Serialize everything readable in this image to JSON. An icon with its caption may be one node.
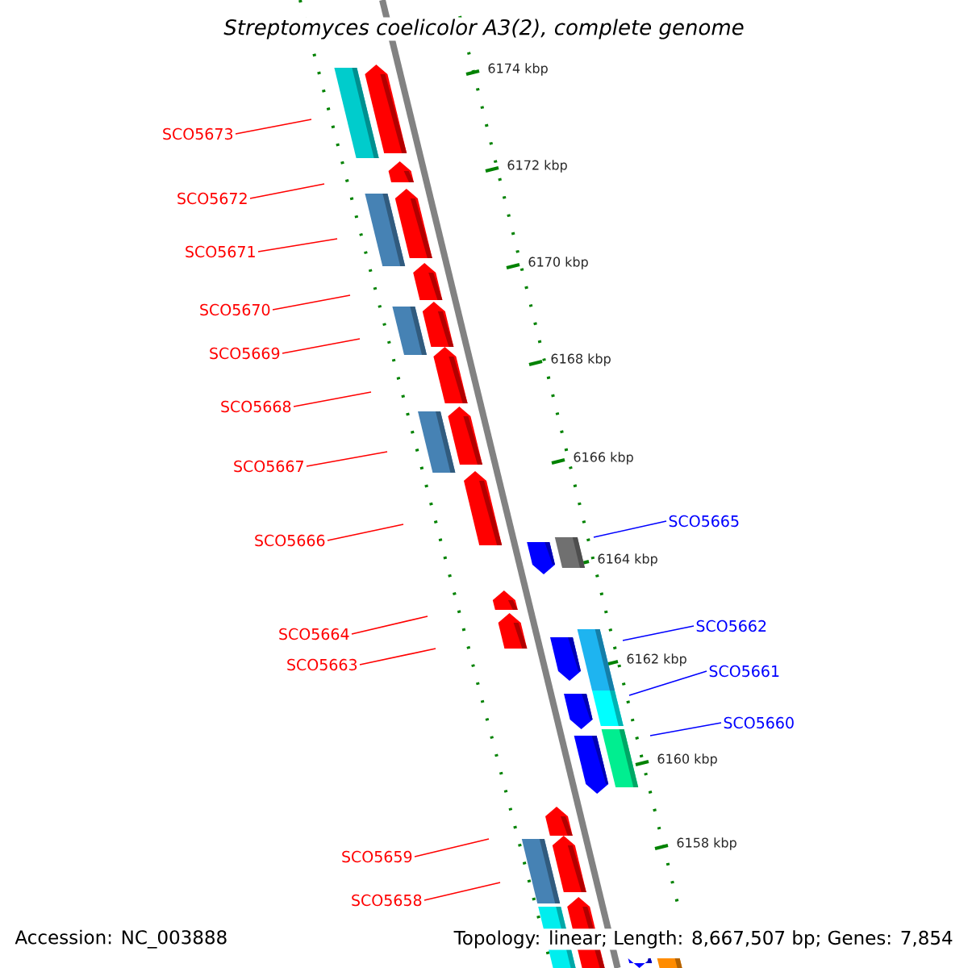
{
  "diagram": {
    "title": "Streptomyces coelicolor A3(2), complete genome",
    "nodes": [
      {
        "text": [
          "SCO5673"
        ]
      },
      {
        "text": [
          "SCO5672"
        ]
      },
      {
        "text": [
          "SCO5671"
        ]
      },
      {
        "text": [
          "SCO5670"
        ]
      },
      {
        "text": [
          "SCO5669"
        ]
      },
      {
        "text": [
          "SCO5668"
        ]
      },
      {
        "text": [
          "SCO5667"
        ]
      },
      {
        "text": [
          "SCO5666"
        ]
      },
      {
        "text": [
          "SCO5665"
        ]
      },
      {
        "text": [
          "SCO5664"
        ]
      },
      {
        "text": [
          "SCO5663"
        ]
      },
      {
        "text": [
          "SCO5662"
        ]
      },
      {
        "text": [
          "SCO5661"
        ]
      },
      {
        "text": [
          "SCO5660"
        ]
      },
      {
        "text": [
          "SCO5659"
        ]
      },
      {
        "text": [
          "SCO5658"
        ]
      }
    ],
    "edges": [
      {
        "from": 0,
        "to": null,
        "arrow": "none"
      },
      {
        "from": 1,
        "to": null,
        "arrow": "none"
      },
      {
        "from": 2,
        "to": null,
        "arrow": "none"
      },
      {
        "from": 3,
        "to": null,
        "arrow": "none"
      },
      {
        "from": 4,
        "to": null,
        "arrow": "none"
      },
      {
        "from": 5,
        "to": null,
        "arrow": "none"
      },
      {
        "from": 6,
        "to": null,
        "arrow": "none"
      },
      {
        "from": 7,
        "to": null,
        "arrow": "none"
      },
      {
        "from": 8,
        "to": null,
        "arrow": "none",
        "color": "#0000ff"
      },
      {
        "from": 9,
        "to": null,
        "arrow": "none"
      },
      {
        "from": 10,
        "to": null,
        "arrow": "none"
      },
      {
        "from": 11,
        "to": null,
        "arrow": "none",
        "color": "#0000ff"
      },
      {
        "from": 12,
        "to": null,
        "arrow": "none",
        "color": "#0000ff"
      },
      {
        "from": 13,
        "to": null,
        "arrow": "none",
        "color": "#0000ff"
      },
      {
        "from": 14,
        "to": null,
        "arrow": "none"
      },
      {
        "from": 15,
        "to": null,
        "arrow": "none"
      }
    ],
    "labels": [
      "6174 kbp",
      "6172 kbp",
      "6170 kbp",
      "6168 kbp",
      "6166 kbp",
      "6164 kbp",
      "6162 kbp",
      "6160 kbp",
      "6158 kbp",
      "Accession: NC_003888",
      "Topology: linear; Length: 8,667,507 bp; Genes: 7,854"
    ]
  }
}
